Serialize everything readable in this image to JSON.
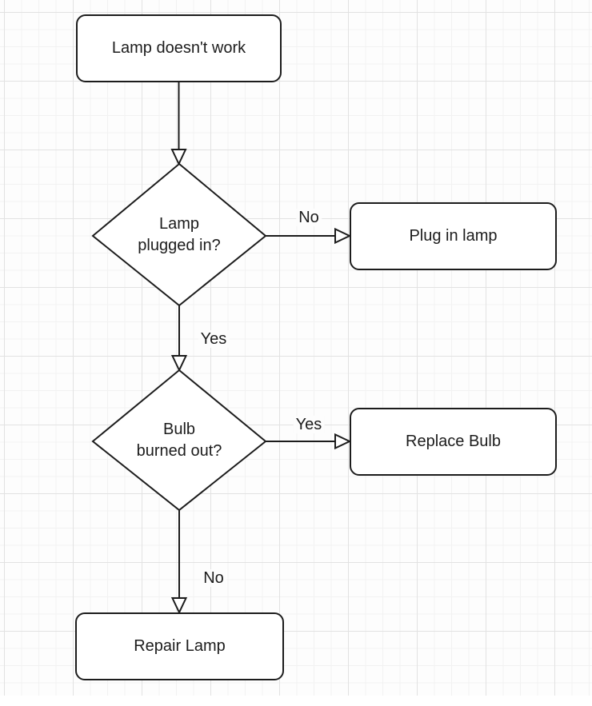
{
  "canvas": {
    "background": "#fdfdfd",
    "grid_minor_color": "#f2f2f2",
    "grid_major_color": "#e2e2e2",
    "shape_fill": "#ffffff",
    "stroke_color": "#1c1c1c",
    "text_color": "#1c1c1c"
  },
  "nodes": {
    "start": {
      "label": "Lamp doesn't work"
    },
    "decision1": {
      "line1": "Lamp",
      "line2": "plugged in?"
    },
    "plug": {
      "label": "Plug in lamp"
    },
    "decision2": {
      "line1": "Bulb",
      "line2": "burned out?"
    },
    "replace": {
      "label": "Replace Bulb"
    },
    "repair": {
      "label": "Repair Lamp"
    }
  },
  "edges": {
    "decision1_no_label": "No",
    "decision1_yes_label": "Yes",
    "decision2_yes_label": "Yes",
    "decision2_no_label": "No"
  }
}
